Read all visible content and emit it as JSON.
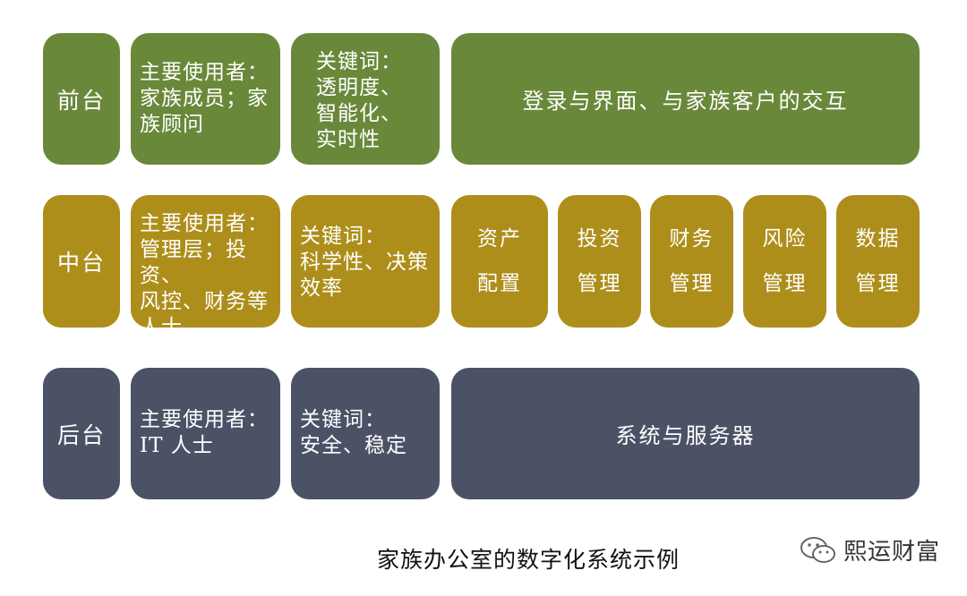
{
  "rows": {
    "front": {
      "label": "前台",
      "users": "主要使用者：\n家族成员；家\n族顾问",
      "keywords": "关键词：\n透明度、\n智能化、\n实时性",
      "content": "登录与界面、与家族客户的交互"
    },
    "middle": {
      "label": "中台",
      "users": "主要使用者：\n管理层；投资、\n风控、财务等\n人士",
      "keywords": "关键词：\n科学性、决策\n效率",
      "modules": [
        "资产\n配置",
        "投资\n管理",
        "财务\n管理",
        "风险\n管理",
        "数据\n管理"
      ]
    },
    "back": {
      "label": "后台",
      "users": "主要使用者：\nIT 人士",
      "keywords": "关键词：\n安全、稳定",
      "content": "系统与服务器"
    }
  },
  "caption": "家族办公室的数字化系统示例",
  "watermark": "熙运财富",
  "colors": {
    "front": "#6a883a",
    "middle": "#ad8e1a",
    "back": "#4b5266"
  }
}
